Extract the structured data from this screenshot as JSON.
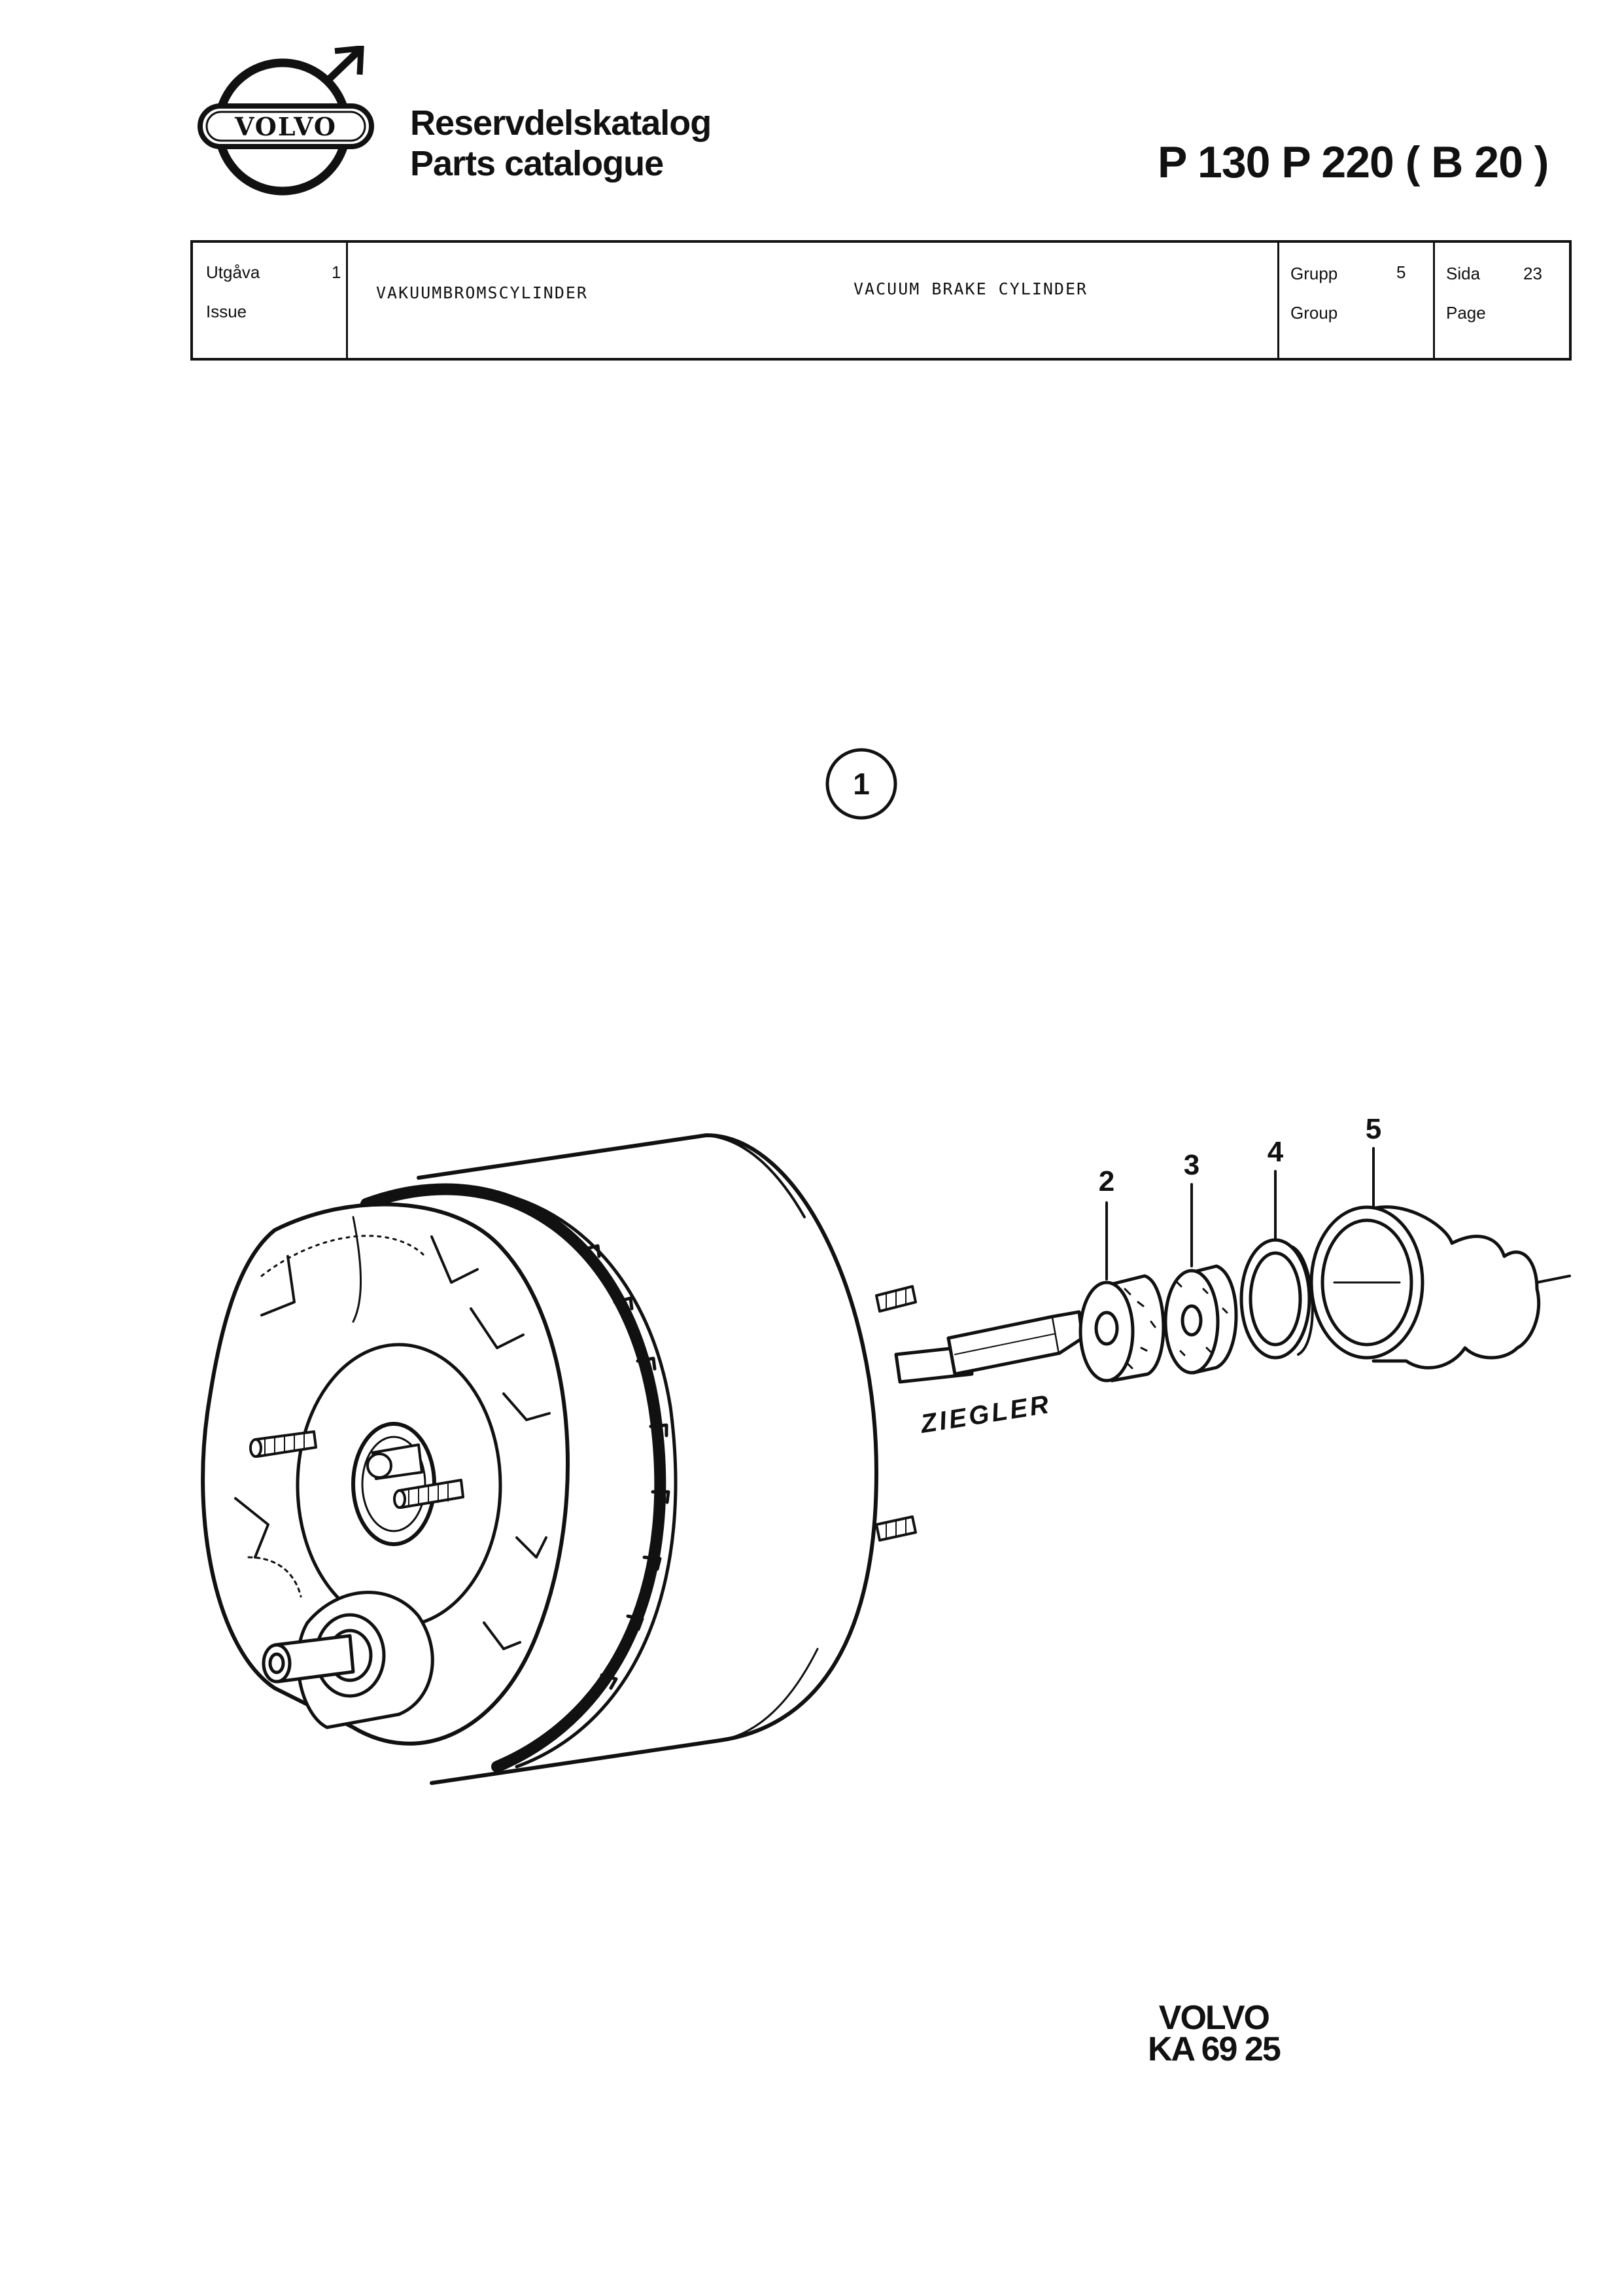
{
  "header": {
    "logo_text": "VOLVO",
    "title_sv": "Reservdelskatalog",
    "title_en": "Parts catalogue",
    "models": "P 130   P 220 ( B 20 )"
  },
  "info": {
    "issue_sv_label": "Utgåva",
    "issue_value": "1",
    "issue_en_label": "Issue",
    "heading_sv": "VAKUUMBROMSCYLINDER",
    "heading_en": "VACUUM BRAKE CYLINDER",
    "group_sv_label": "Grupp",
    "group_value": "5",
    "group_en_label": "Group",
    "page_sv_label": "Sida",
    "page_value": "23",
    "page_en_label": "Page"
  },
  "figure": {
    "reference": "1",
    "callouts": [
      "2",
      "3",
      "4",
      "5"
    ],
    "brand_on_part": "ZIEGLER"
  },
  "footer": {
    "brand": "VOLVO",
    "code": "KA 69 25"
  }
}
